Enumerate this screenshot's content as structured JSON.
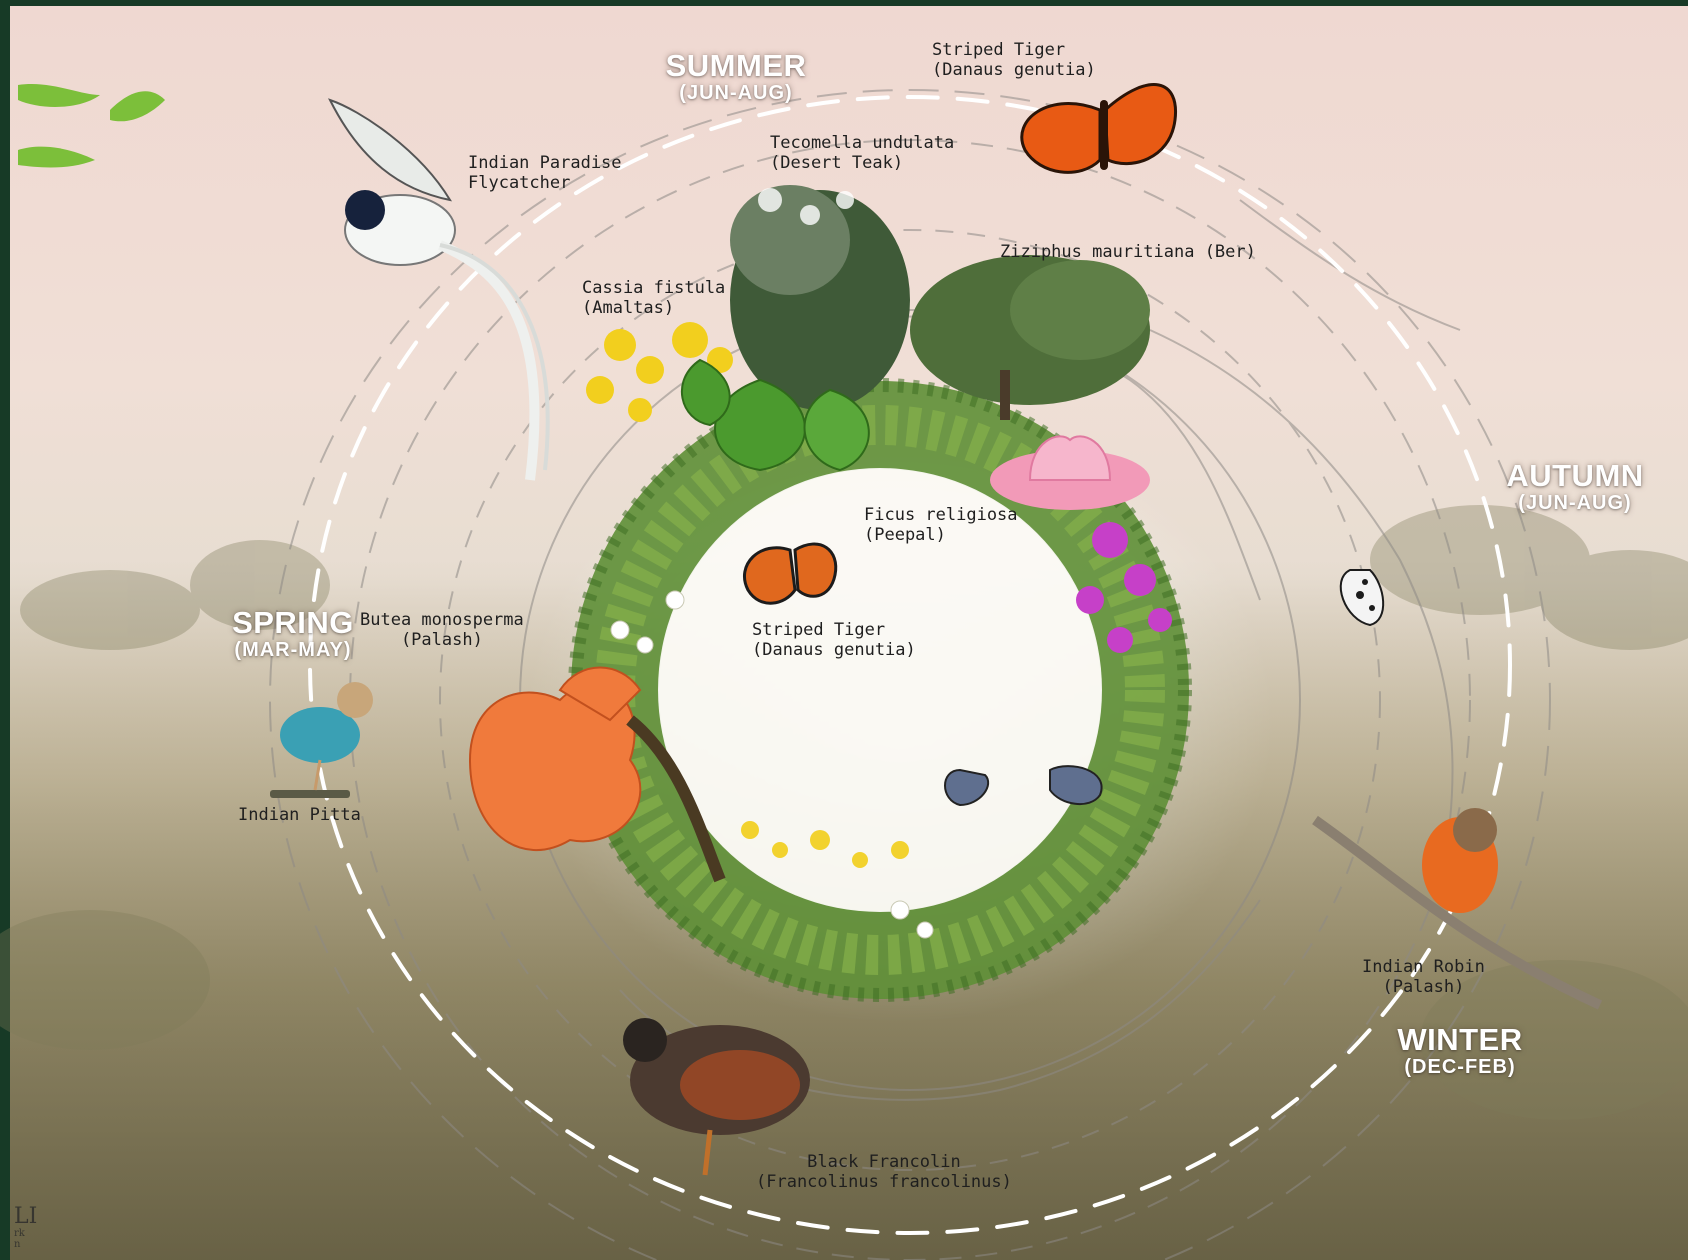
{
  "seasons": {
    "summer": {
      "name": "SUMMER",
      "range": "(JUN-AUG)"
    },
    "autumn": {
      "name": "AUTUMN",
      "range": "(JUN-AUG)"
    },
    "spring": {
      "name": "SPRING",
      "range": "(MAR-MAY)"
    },
    "winter": {
      "name": "WINTER",
      "range": "(DEC-FEB)"
    }
  },
  "labels": {
    "paradise_flycatcher": {
      "line1": "Indian Paradise",
      "line2": "Flycatcher"
    },
    "striped_tiger_top": {
      "line1": "Striped Tiger",
      "line2": "(Danaus genutia)"
    },
    "tecomella": {
      "line1": "Tecomella undulata",
      "line2": "(Desert Teak)"
    },
    "cassia": {
      "line1": "Cassia fistula",
      "line2": "(Amaltas)"
    },
    "ziziphus": {
      "line1": "Ziziphus mauritiana (Ber)"
    },
    "ficus": {
      "line1": "Ficus religiosa",
      "line2": "(Peepal)"
    },
    "butea": {
      "line1": "Butea monosperma",
      "line2": "(Palash)"
    },
    "striped_tiger_center": {
      "line1": "Striped Tiger",
      "line2": "(Danaus genutia)"
    },
    "indian_pitta": {
      "line1": "Indian Pitta"
    },
    "indian_robin": {
      "line1": "Indian Robin",
      "line2": "(Palash)"
    },
    "black_francolin": {
      "line1": "Black Francolin",
      "line2": "(Francolinus francolinus)"
    }
  },
  "corner_mark": {
    "line1": "LI",
    "line2": "rk",
    "line3": "n"
  },
  "colors": {
    "ring_dash": "#ffffff",
    "guide_lines": "#8e8a86",
    "butterfly_orange": "#e85a14",
    "palash_orange": "#f07a3c",
    "amaltas_yellow": "#f2cf1e",
    "lotus_pink": "#f29ab8",
    "foliage_green": "#4f8a2e"
  }
}
